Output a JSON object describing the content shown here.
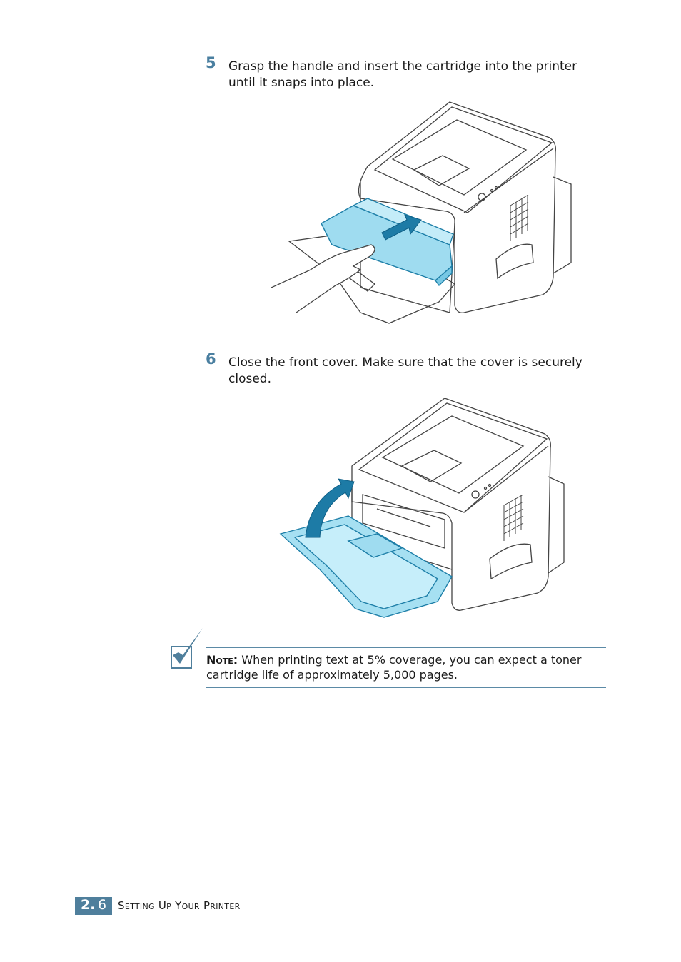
{
  "steps": [
    {
      "number": "5",
      "text": "Grasp the handle and insert the cartridge into the printer until it snaps into place."
    },
    {
      "number": "6",
      "text": "Close the front cover. Make sure that the cover is securely closed."
    }
  ],
  "note": {
    "label": "Note:",
    "text": " When printing text at 5% coverage, you can expect a toner cartridge life of approximately 5,000 pages."
  },
  "footer": {
    "chapter": "2.",
    "page": "6",
    "title": "Setting Up Your Printer"
  },
  "colors": {
    "accent": "#4f7f9c",
    "highlight": "#8fd6ee"
  }
}
